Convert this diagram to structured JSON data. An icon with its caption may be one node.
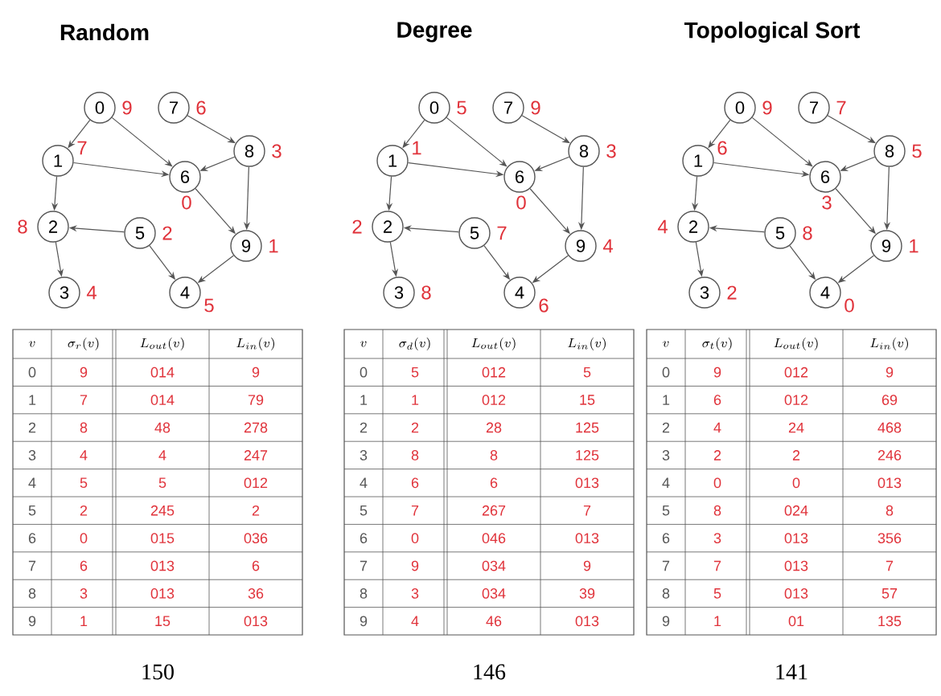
{
  "diagram": {
    "nodes": [
      {
        "text": [
          "0"
        ],
        "beside": [
          "9"
        ]
      },
      {
        "text": [
          "1"
        ],
        "beside": [
          "7"
        ]
      },
      {
        "text": [
          "2"
        ],
        "beside": [
          "8"
        ]
      },
      {
        "text": [
          "3"
        ],
        "beside": [
          "4"
        ]
      },
      {
        "text": [
          "4"
        ],
        "beside": [
          "5"
        ]
      },
      {
        "text": [
          "5"
        ],
        "beside": [
          "2"
        ]
      },
      {
        "text": [
          "6"
        ],
        "beside": [
          "0"
        ]
      },
      {
        "text": [
          "7"
        ],
        "beside": [
          "6"
        ]
      },
      {
        "text": [
          "8"
        ],
        "beside": [
          "3"
        ]
      },
      {
        "text": [
          "9"
        ],
        "beside": [
          "1"
        ]
      },
      {
        "text": [
          "0"
        ],
        "beside": [
          "5"
        ]
      },
      {
        "text": [
          "1"
        ],
        "beside": [
          "1"
        ]
      },
      {
        "text": [
          "2"
        ],
        "beside": [
          "2"
        ]
      },
      {
        "text": [
          "3"
        ],
        "beside": [
          "8"
        ]
      },
      {
        "text": [
          "4"
        ],
        "beside": [
          "6"
        ]
      },
      {
        "text": [
          "5"
        ],
        "beside": [
          "7"
        ]
      },
      {
        "text": [
          "6"
        ],
        "beside": [
          "0"
        ]
      },
      {
        "text": [
          "7"
        ],
        "beside": [
          "9"
        ]
      },
      {
        "text": [
          "8"
        ],
        "beside": [
          "3"
        ]
      },
      {
        "text": [
          "9"
        ],
        "beside": [
          "4"
        ]
      },
      {
        "text": [
          "0"
        ],
        "beside": [
          "9"
        ]
      },
      {
        "text": [
          "1"
        ],
        "beside": [
          "6"
        ]
      },
      {
        "text": [
          "2"
        ],
        "beside": [
          "4"
        ]
      },
      {
        "text": [
          "3"
        ],
        "beside": [
          "2"
        ]
      },
      {
        "text": [
          "4"
        ],
        "beside": [
          "0"
        ]
      },
      {
        "text": [
          "5"
        ],
        "beside": [
          "8"
        ]
      },
      {
        "text": [
          "6"
        ],
        "beside": [
          "3"
        ]
      },
      {
        "text": [
          "7"
        ],
        "beside": [
          "7"
        ]
      },
      {
        "text": [
          "8"
        ],
        "beside": [
          "5"
        ]
      },
      {
        "text": [
          "9"
        ],
        "beside": [
          "1"
        ]
      }
    ],
    "edges": [
      {
        "from": 0,
        "to": 1,
        "arrow": "to"
      },
      {
        "from": 0,
        "to": 6,
        "arrow": "to"
      },
      {
        "from": 1,
        "to": 6,
        "arrow": "to"
      },
      {
        "from": 1,
        "to": 2,
        "arrow": "to"
      },
      {
        "from": 2,
        "to": 3,
        "arrow": "to"
      },
      {
        "from": 5,
        "to": 2,
        "arrow": "to"
      },
      {
        "from": 5,
        "to": 4,
        "arrow": "to"
      },
      {
        "from": 7,
        "to": 8,
        "arrow": "to"
      },
      {
        "from": 8,
        "to": 6,
        "arrow": "to"
      },
      {
        "from": 8,
        "to": 9,
        "arrow": "to"
      },
      {
        "from": 6,
        "to": 9,
        "arrow": "to"
      },
      {
        "from": 9,
        "to": 4,
        "arrow": "to"
      },
      {
        "from": 10,
        "to": 11,
        "arrow": "to"
      },
      {
        "from": 10,
        "to": 16,
        "arrow": "to"
      },
      {
        "from": 11,
        "to": 16,
        "arrow": "to"
      },
      {
        "from": 11,
        "to": 12,
        "arrow": "to"
      },
      {
        "from": 12,
        "to": 13,
        "arrow": "to"
      },
      {
        "from": 15,
        "to": 12,
        "arrow": "to"
      },
      {
        "from": 15,
        "to": 14,
        "arrow": "to"
      },
      {
        "from": 17,
        "to": 18,
        "arrow": "to"
      },
      {
        "from": 18,
        "to": 16,
        "arrow": "to"
      },
      {
        "from": 18,
        "to": 19,
        "arrow": "to"
      },
      {
        "from": 16,
        "to": 19,
        "arrow": "to"
      },
      {
        "from": 19,
        "to": 14,
        "arrow": "to"
      },
      {
        "from": 20,
        "to": 21,
        "arrow": "to"
      },
      {
        "from": 20,
        "to": 26,
        "arrow": "to"
      },
      {
        "from": 21,
        "to": 26,
        "arrow": "to"
      },
      {
        "from": 21,
        "to": 22,
        "arrow": "to"
      },
      {
        "from": 22,
        "to": 23,
        "arrow": "to"
      },
      {
        "from": 25,
        "to": 22,
        "arrow": "to"
      },
      {
        "from": 25,
        "to": 24,
        "arrow": "to"
      },
      {
        "from": 27,
        "to": 28,
        "arrow": "to"
      },
      {
        "from": 28,
        "to": 26,
        "arrow": "to"
      },
      {
        "from": 28,
        "to": 29,
        "arrow": "to"
      },
      {
        "from": 26,
        "to": 29,
        "arrow": "to"
      },
      {
        "from": 29,
        "to": 24,
        "arrow": "to"
      }
    ],
    "labels": [
      "Random",
      "v",
      "\\sigma_r(v)",
      "L_{out}(v)",
      "L_{in}(v)",
      "0",
      "9",
      "014",
      "9",
      "1",
      "7",
      "014",
      "79",
      "2",
      "8",
      "48",
      "278",
      "3",
      "4",
      "4",
      "247",
      "4",
      "5",
      "5",
      "012",
      "5",
      "2",
      "245",
      "2",
      "6",
      "0",
      "015",
      "036",
      "7",
      "6",
      "013",
      "6",
      "8",
      "3",
      "013",
      "36",
      "9",
      "1",
      "15",
      "013",
      "150",
      "Degree",
      "v",
      "\\sigma_d(v)",
      "L_{out}(v)",
      "L_{in}(v)",
      "0",
      "5",
      "012",
      "5",
      "1",
      "1",
      "012",
      "15",
      "2",
      "2",
      "28",
      "125",
      "3",
      "8",
      "8",
      "125",
      "4",
      "6",
      "6",
      "013",
      "5",
      "7",
      "267",
      "7",
      "6",
      "0",
      "046",
      "013",
      "7",
      "9",
      "034",
      "9",
      "8",
      "3",
      "034",
      "39",
      "9",
      "4",
      "46",
      "013",
      "146",
      "Topological Sort",
      "v",
      "\\sigma_t(v)",
      "L_{out}(v)",
      "L_{in}(v)",
      "0",
      "9",
      "012",
      "9",
      "1",
      "6",
      "012",
      "69",
      "2",
      "4",
      "24",
      "468",
      "3",
      "2",
      "2",
      "246",
      "4",
      "0",
      "0",
      "013",
      "5",
      "8",
      "024",
      "8",
      "6",
      "3",
      "013",
      "356",
      "7",
      "7",
      "013",
      "7",
      "8",
      "5",
      "013",
      "57",
      "9",
      "1",
      "01",
      "135",
      "141"
    ]
  }
}
